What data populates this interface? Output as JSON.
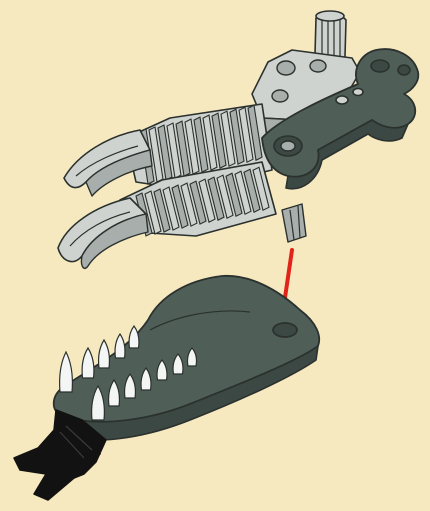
{
  "colors": {
    "background": "#f7e9bf",
    "light_gray_part": "#cfd3d0",
    "light_gray_shadow": "#a8aeab",
    "dark_green_part": "#4f5f58",
    "dark_green_shadow": "#3b4843",
    "outline": "#2b312e",
    "teeth": "#f4f6f5",
    "arrow": "#e2231a",
    "black_part": "#121212"
  },
  "parts": [
    {
      "name": "light-gray-claw-frame",
      "color": "light_gray_part"
    },
    {
      "name": "dark-green-lower-jaw",
      "color": "dark_green_part"
    },
    {
      "name": "black-tail-connector",
      "color": "black_part"
    }
  ],
  "arrow": {
    "direction": "down",
    "meaning": "attach"
  }
}
